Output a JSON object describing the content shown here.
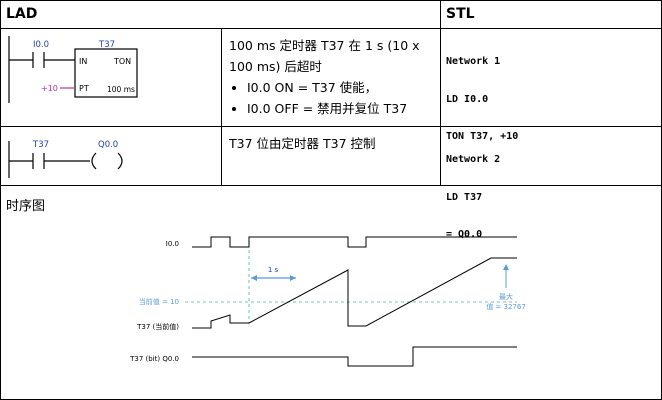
{
  "table": {
    "headers": {
      "lad": "LAD",
      "stl": "STL"
    },
    "row1": {
      "ladder": {
        "contact_label": "I0.0",
        "timer_name": "T37",
        "in_label": "IN",
        "ton_label": "TON",
        "preset_value": "+10",
        "pt_label": "PT",
        "resolution_label": "100 ms"
      },
      "description_line1": "100 ms 定时器 T37 在 1 s (10 x",
      "description_line2": "100 ms) 后超时",
      "bullets": [
        "I0.0 ON = T37 使能，",
        "I0.0 OFF = 禁用并复位 T37"
      ],
      "stl_lines": [
        "Network 1",
        "LD I0.0",
        "TON T37, +10"
      ]
    },
    "row2": {
      "ladder": {
        "contact_label": "T37",
        "coil_label": "Q0.0"
      },
      "description": "T37 位由定时器 T37 控制",
      "stl_lines": [
        "Network 2",
        "LD T37",
        "= Q0.0"
      ]
    }
  },
  "timing": {
    "title": "时序图",
    "signal_input": "I0.0",
    "signal_current": "T37 (当前值)",
    "signal_bit": "T37 (bit) Q0.0",
    "duration_label": "1 s",
    "preset_marker": "当前值 = 10",
    "max_label_line1": "最大",
    "max_label_line2": "值 = 32767"
  },
  "colors": {
    "border": "#000000",
    "blue": "#1f3fae",
    "arrow": "#5b9bd5",
    "magenta": "#c0309c",
    "dashed": "#55b0a0"
  }
}
